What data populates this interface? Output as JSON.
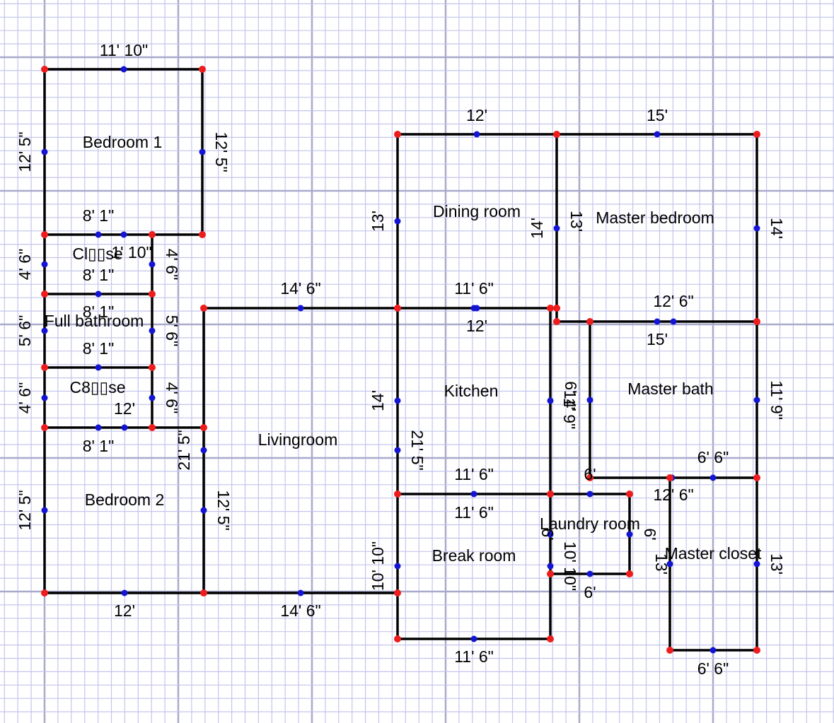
{
  "colors": {
    "background": "#ffffff",
    "grid_minor": "#c4c4ec",
    "grid_major": "#a9a9cc",
    "wall": "#000000",
    "corner_dot": "#ee1c1c",
    "midpoint_dot": "#1414d4"
  },
  "rooms": {
    "bedroom_1": "Bedroom 1",
    "closet_1": "Cl▯▯se",
    "full_bathroom": "Full bathroom",
    "closet_2": "C8▯▯se",
    "bedroom_2": "Bedroom 2",
    "livingroom": "Livingroom",
    "dining_room": "Dining room",
    "master_bedroom": "Master bedroom",
    "kitchen": "Kitchen",
    "master_bath": "Master bath",
    "break_room": "Break room",
    "laundry_room": "Laundry room",
    "master_closet": "Master closet"
  },
  "dimensions": {
    "bed1_top": "11' 10\"",
    "bed1_left": "12' 5\"",
    "bed1_right": "12' 5\"",
    "bed1_bottom": "8' 1\"",
    "closet1_extra": "1' 10\"",
    "closet1_left": "4' 6\"",
    "closet1_right": "4' 6\"",
    "closet1_bottom": "8' 1\"",
    "bath_top": "8' 1\"",
    "bath_left": "5' 6\"",
    "bath_right": "5' 6\"",
    "bath_bottom": "8' 1\"",
    "closet2_left": "4' 6\"",
    "closet2_right": "4' 6\"",
    "closet2_inner": "12'",
    "closet2_bottom": "8' 1\"",
    "bed2_left": "12' 5\"",
    "bed2_right_outer": "21' 5\"",
    "bed2_right_inner": "12' 5\"",
    "bed2_bottom": "12'",
    "living_top": "14' 6\"",
    "living_bottom": "14' 6\"",
    "living_right": "21' 5\"",
    "dining_top": "12'",
    "dining_left": "13'",
    "dining_right": "14'",
    "master_top": "15'",
    "master_left": "13'",
    "master_right": "14'",
    "kitchen_top": "11' 6\"",
    "kitchen_top_below": "12'",
    "kitchen_left": "14'",
    "kitchen_right": "14'",
    "kitchen_right_overlap": "6'",
    "kitchen_right_outer": "1' 9\"",
    "mbath_top": "12' 6\"",
    "mbath_top_below": "15'",
    "mbath_right": "11' 9\"",
    "mbath_bottom": "6' 6\"",
    "mbath_bottom_small": "6'",
    "mbath_bottom_below": "12' 6\"",
    "break_top": "11' 6\"",
    "break_top_below": "11' 6\"",
    "break_left": "10' 10\"",
    "break_right": "10' 10\"",
    "break_bottom": "11' 6\"",
    "laundry_left": "6'",
    "laundry_right": "6'",
    "laundry_bottom": "6'",
    "mcloset_left": "13'",
    "mcloset_right": "13'",
    "mcloset_bottom": "6' 6\""
  }
}
